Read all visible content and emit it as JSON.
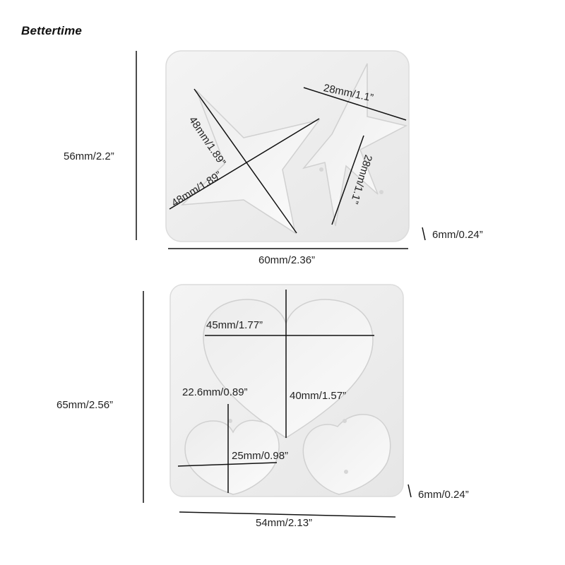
{
  "brand": "Bettertime",
  "mold_star": {
    "height_label": "56mm/2.2”",
    "width_label": "60mm/2.36”",
    "thickness_label": "6mm/0.24”",
    "big_star_diag_a": "48mm/1.89”",
    "big_star_diag_b": "48mm/1.89”",
    "small_star_width": "28mm/1.1”",
    "small_star_height": "28mm/1.1”"
  },
  "mold_heart": {
    "height_label": "65mm/2.56”",
    "width_label": "54mm/2.13”",
    "thickness_label": "6mm/0.24”",
    "big_heart_width": "45mm/1.77”",
    "big_heart_height": "40mm/1.57”",
    "small_heart_height": "22.6mm/0.89”",
    "small_heart_width": "25mm/0.98”"
  }
}
